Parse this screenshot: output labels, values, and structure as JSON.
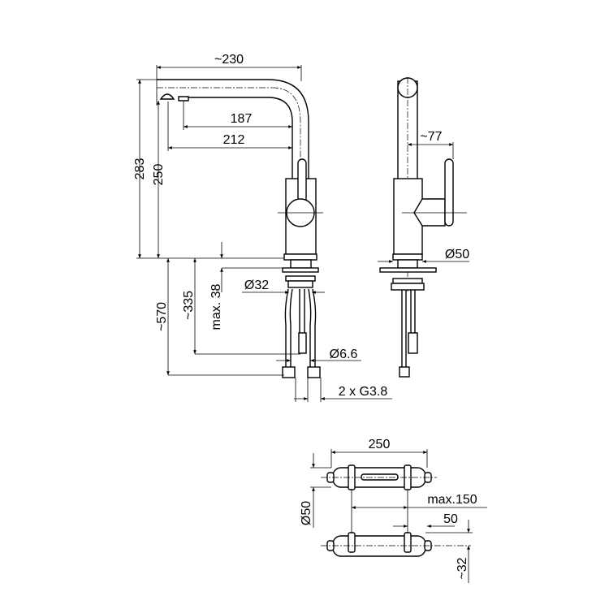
{
  "front_view": {
    "width_overall": "~230",
    "spout_reach_inner": "187",
    "spout_reach_outer": "212",
    "height_total": "283",
    "height_outlet": "250",
    "hose_length": "~570",
    "inner_hose_length": "~335",
    "max_worktop": "max. 38",
    "hole_diameter": "Ø32",
    "hose_diameter": "Ø6.6",
    "connection": "2 x G3.8"
  },
  "side_view": {
    "lever_offset": "~77",
    "base_diameter": "Ø50"
  },
  "top_view": {
    "length": "250",
    "diameter": "Ø50",
    "clamp_spacing": "max.150",
    "end_offset": "50",
    "offset": "~32"
  }
}
